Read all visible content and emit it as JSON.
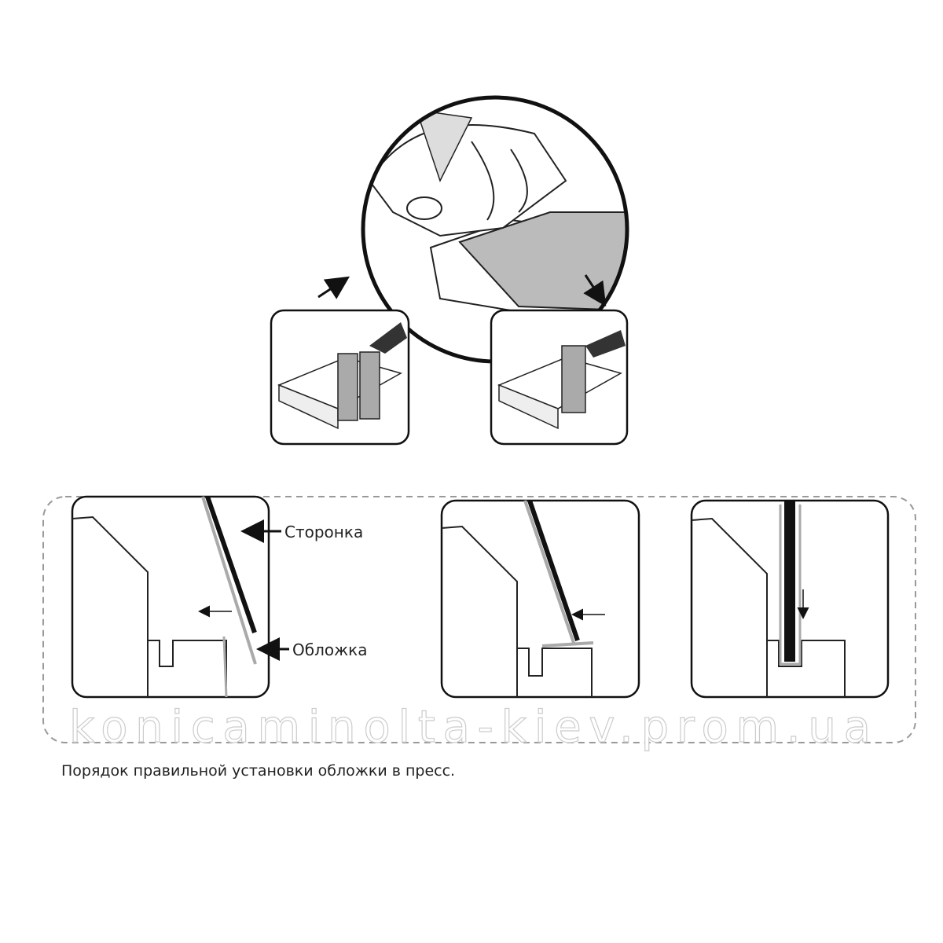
{
  "labels": {
    "spine": "Сторонка",
    "cover": "Обложка"
  },
  "watermark": "konicaminolta-kiev.prom.ua",
  "caption": "Порядок правильной установки обложки в пресс."
}
